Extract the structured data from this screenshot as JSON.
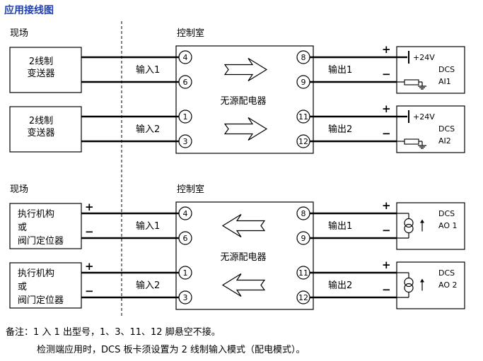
{
  "title": "应用接线图",
  "sections": [
    {
      "field_label": "现场",
      "control_label": "控制室",
      "relay_label": "无源配电器",
      "arrow_direction": "right",
      "channels": [
        {
          "field_device_lines": [
            "2线制",
            "变送器"
          ],
          "field_signs": false,
          "input_label": "输入1",
          "pins_in": [
            "4",
            "6"
          ],
          "pins_out": [
            "8",
            "9"
          ],
          "output_label": "输出1",
          "dcs_type": "AI",
          "dcs_voltage": "+24V",
          "dcs_name": "DCS",
          "dcs_sub": "AI1"
        },
        {
          "field_device_lines": [
            "2线制",
            "变送器"
          ],
          "field_signs": false,
          "input_label": "输入2",
          "pins_in": [
            "1",
            "3"
          ],
          "pins_out": [
            "11",
            "12"
          ],
          "output_label": "输出2",
          "dcs_type": "AI",
          "dcs_voltage": "+24V",
          "dcs_name": "DCS",
          "dcs_sub": "AI2"
        }
      ]
    },
    {
      "field_label": "现场",
      "control_label": "控制室",
      "relay_label": "无源配电器",
      "arrow_direction": "left",
      "channels": [
        {
          "field_device_lines": [
            "执行机构",
            "或",
            "阀门定位器"
          ],
          "field_signs": true,
          "input_label": "输入1",
          "pins_in": [
            "4",
            "6"
          ],
          "pins_out": [
            "8",
            "9"
          ],
          "output_label": "输出1",
          "dcs_type": "AO",
          "dcs_voltage": "",
          "dcs_name": "DCS",
          "dcs_sub": "AO 1"
        },
        {
          "field_device_lines": [
            "执行机构",
            "或",
            "阀门定位器"
          ],
          "field_signs": true,
          "input_label": "输入2",
          "pins_in": [
            "1",
            "3"
          ],
          "pins_out": [
            "11",
            "12"
          ],
          "output_label": "输出2",
          "dcs_type": "AO",
          "dcs_voltage": "",
          "dcs_name": "DCS",
          "dcs_sub": "AO 2"
        }
      ]
    }
  ],
  "plus_sign": "+",
  "minus_sign": "−",
  "notes": {
    "line1": "备注：1 入 1 出型号，1、3、11、12 脚悬空不接。",
    "line2": "检测端应用时，DCS 板卡须设置为 2 线制输入模式（配电模式）。"
  }
}
